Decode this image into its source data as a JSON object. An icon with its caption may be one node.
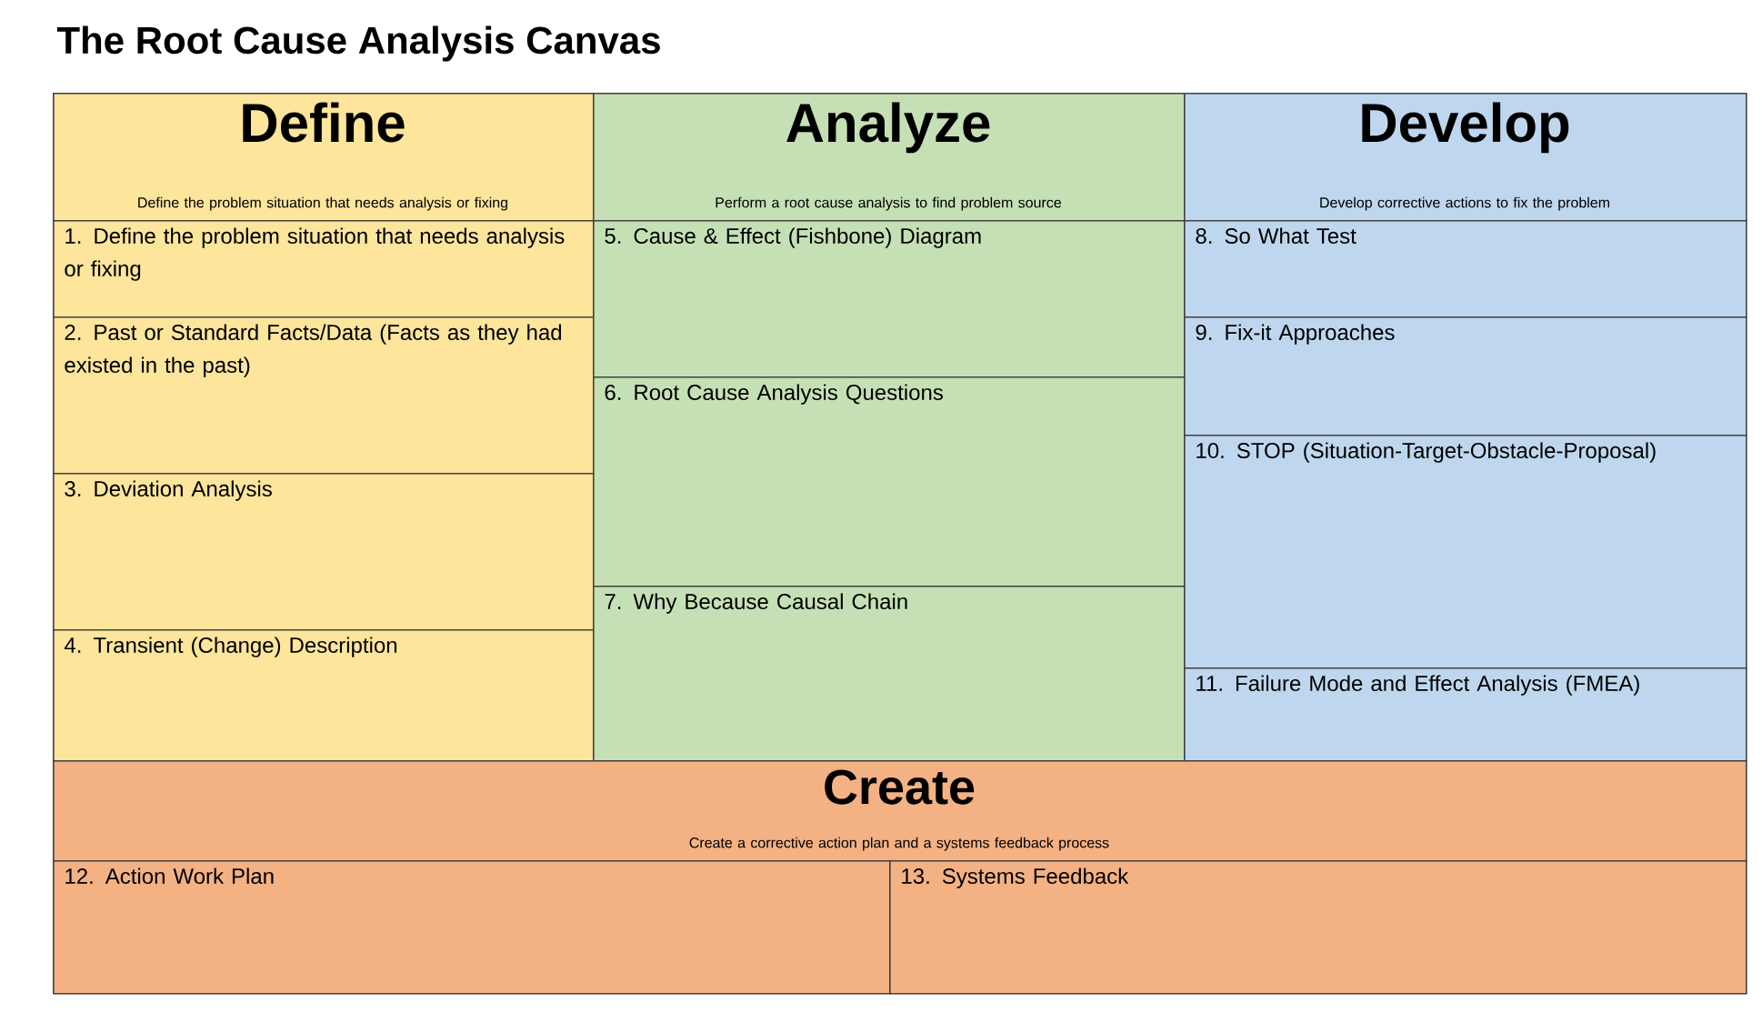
{
  "diagram": {
    "title": "The Root Cause Analysis Canvas",
    "nodes": [
      {
        "text": [
          "Define",
          "Define the problem situation that needs analysis or fixing"
        ]
      },
      {
        "text": [
          "1. Define the problem situation that needs analysis or fixing"
        ]
      },
      {
        "text": [
          "2. Past or Standard Facts/Data (Facts as they had existed in the past)"
        ]
      },
      {
        "text": [
          "3. Deviation Analysis"
        ]
      },
      {
        "text": [
          "4. Transient (Change) Description"
        ]
      },
      {
        "text": [
          "Analyze",
          "Perform a root cause analysis to find problem source"
        ]
      },
      {
        "text": [
          "5. Cause & Effect (Fishbone) Diagram"
        ]
      },
      {
        "text": [
          "6. Root Cause Analysis Questions"
        ]
      },
      {
        "text": [
          "7. Why Because Causal Chain"
        ]
      },
      {
        "text": [
          "Develop",
          "Develop corrective actions to fix the problem"
        ]
      },
      {
        "text": [
          "8. So What Test"
        ]
      },
      {
        "text": [
          "9. Fix-it Approaches"
        ]
      },
      {
        "text": [
          "10. STOP (Situation-Target-Obstacle-Proposal)"
        ]
      },
      {
        "text": [
          "11. Failure Mode and Effect Analysis (FMEA)"
        ]
      },
      {
        "text": [
          "Create",
          "Create a corrective action plan and a systems feedback process"
        ]
      },
      {
        "text": [
          "12. Action Work Plan"
        ]
      },
      {
        "text": [
          "13. Systems Feedback"
        ]
      }
    ]
  }
}
